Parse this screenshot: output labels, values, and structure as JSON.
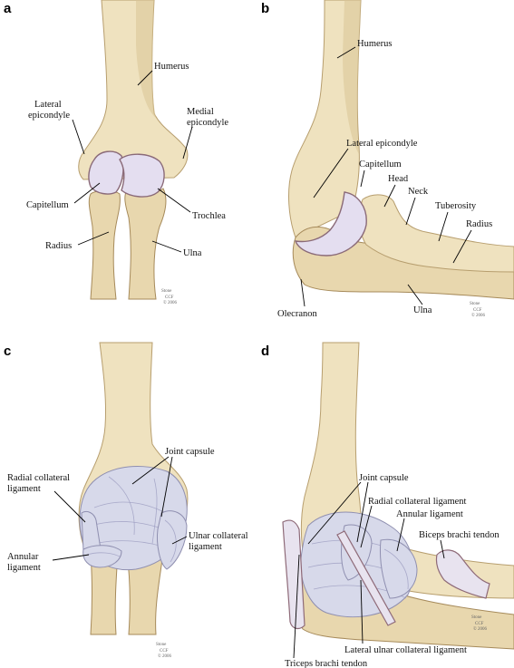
{
  "panels": {
    "a": {
      "letter": "a",
      "labels": {
        "humerus": "Humerus",
        "lateral_epicondyle_1": "Lateral",
        "lateral_epicondyle_2": "epicondyle",
        "medial_epicondyle_1": "Medial",
        "medial_epicondyle_2": "epicondyle",
        "capitellum": "Capitellum",
        "trochlea": "Trochlea",
        "radius": "Radius",
        "ulna": "Ulna"
      }
    },
    "b": {
      "letter": "b",
      "labels": {
        "humerus": "Humerus",
        "lateral_epicondyle": "Lateral epicondyle",
        "capitellum": "Capitellum",
        "head": "Head",
        "neck": "Neck",
        "tuberosity": "Tuberosity",
        "radius": "Radius",
        "olecranon": "Olecranon",
        "ulna": "Ulna"
      }
    },
    "c": {
      "letter": "c",
      "labels": {
        "joint_capsule": "Joint capsule",
        "radial_collateral_1": "Radial collateral",
        "radial_collateral_2": "ligament",
        "ulnar_collateral_1": "Ulnar collateral",
        "ulnar_collateral_2": "ligament",
        "annular_1": "Annular",
        "annular_2": "ligament"
      }
    },
    "d": {
      "letter": "d",
      "labels": {
        "joint_capsule": "Joint capsule",
        "radial_collateral": "Radial collateral ligament",
        "annular": "Annular ligament",
        "biceps": "Biceps brachi tendon",
        "lateral_ulnar_collateral": "Lateral ulnar collateral ligament",
        "triceps": "Triceps brachi tendon"
      }
    }
  },
  "signature": {
    "name": "Stone",
    "org": "CCF",
    "year": "© 2006"
  }
}
